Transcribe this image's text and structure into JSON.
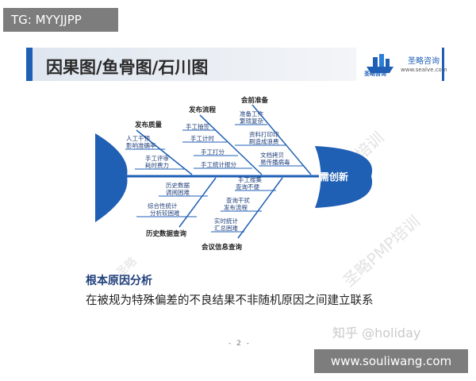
{
  "tag_overlay": "TG: MYYJJPP",
  "slide": {
    "title": "因果图/鱼骨图/石川图",
    "logo_name": "圣略咨询",
    "logo_url": "www.sealve.com",
    "logo_mark_text": "圣略咨询",
    "watermark_diag_1": "圣略PMP培训",
    "watermark_diag_2": "培训",
    "watermark_diag_3": "圣略"
  },
  "fishbone": {
    "head": "需创新",
    "categories": {
      "quality": "发布质量",
      "process": "发布流程",
      "prep": "会前准备",
      "history": "历史数据查询",
      "meeting": "会议信息查询"
    },
    "causes": {
      "quality_1a": "人工干预",
      "quality_1b": "影响准确率",
      "quality_2a": "手工评审",
      "quality_2b": "耗时费力",
      "process_1": "手工抽签",
      "process_2": "手工计时",
      "process_3": "手工打分",
      "process_4": "手工统计报分",
      "prep_1a": "准备工作",
      "prep_1b": "繁琐复杂",
      "prep_2a": "资料打印印",
      "prep_2b": "刷造成浪费",
      "prep_3a": "文档拷贝",
      "prep_3b": "易传播病毒",
      "history_1a": "历史数据",
      "history_1b": "调阅困难",
      "history_2a": "综合性统计",
      "history_2b": "分析较困难",
      "meeting_1a": "手工搜集",
      "meeting_1b": "查询不便",
      "meeting_2a": "查询干扰",
      "meeting_2b": "发布流程",
      "meeting_3a": "实时统计",
      "meeting_3b": "汇总困难"
    }
  },
  "section": {
    "heading": "根本原因分析",
    "body": "在被规为特殊偏差的不良结果不非随机原因之间建立联系"
  },
  "watermark_zhihu": "知乎 @holiday",
  "page_number": "- 2 -",
  "site_overlay": "www.souliwang.com",
  "colors": {
    "accent_blue": "#1f5fb4",
    "overlay_gray": "#7d7d7d"
  }
}
